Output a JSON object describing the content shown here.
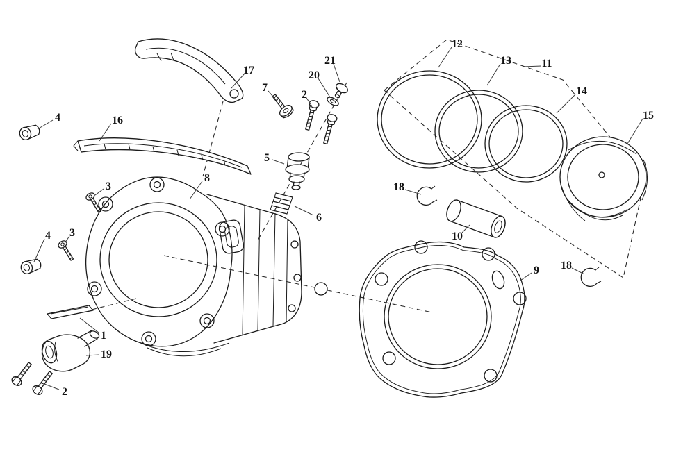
{
  "colors": {
    "background": "#ffffff",
    "ink": "#1a1a1a"
  },
  "diagram": {
    "type": "exploded-parts-diagram",
    "labels": [
      {
        "text": "17"
      },
      {
        "text": "7"
      },
      {
        "text": "20"
      },
      {
        "text": "21"
      },
      {
        "text": "2"
      },
      {
        "text": "4"
      },
      {
        "text": "16"
      },
      {
        "text": "3"
      },
      {
        "text": "8"
      },
      {
        "text": "5"
      },
      {
        "text": "6"
      },
      {
        "text": "4"
      },
      {
        "text": "3"
      },
      {
        "text": "1"
      },
      {
        "text": "19"
      },
      {
        "text": "2"
      },
      {
        "text": "12"
      },
      {
        "text": "13"
      },
      {
        "text": "11"
      },
      {
        "text": "14"
      },
      {
        "text": "15"
      },
      {
        "text": "18"
      },
      {
        "text": "10"
      },
      {
        "text": "9"
      },
      {
        "text": "18"
      }
    ]
  }
}
